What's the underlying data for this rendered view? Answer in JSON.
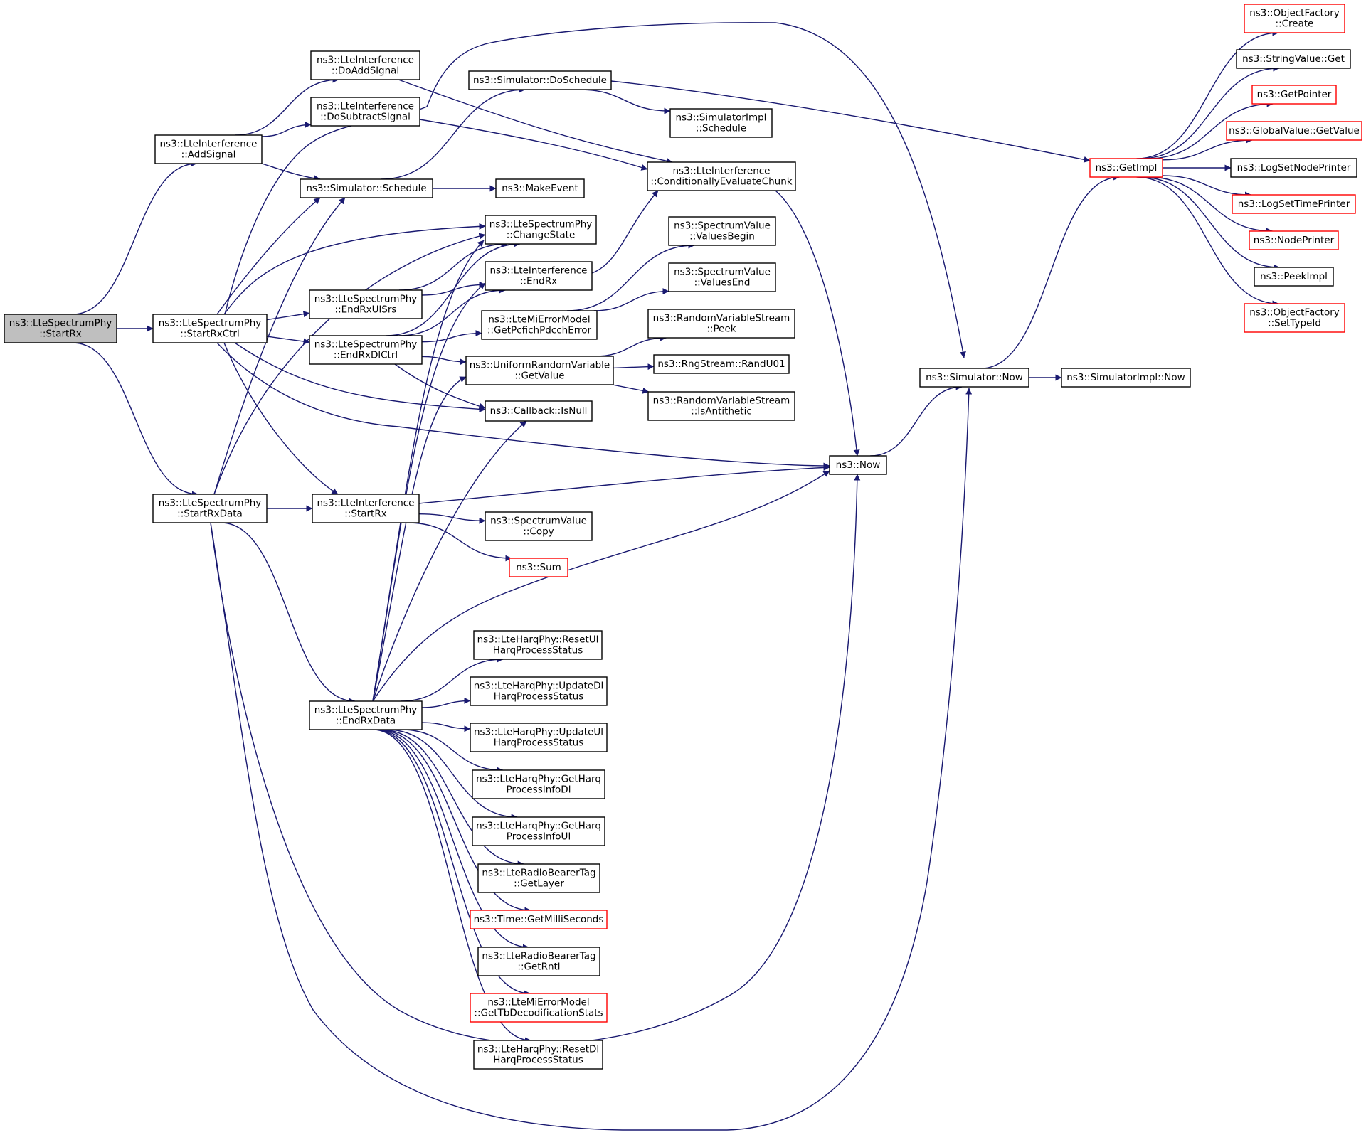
{
  "colors": {
    "edge": "#191970",
    "root_fill": "#bfbfbf",
    "red_border": "#ff0000",
    "normal_border": "#000000"
  },
  "nodes": [
    {
      "id": "startrx",
      "lines": [
        "ns3::LteSpectrumPhy",
        "::StartRx"
      ],
      "style": "root"
    },
    {
      "id": "addsignal",
      "lines": [
        "ns3::LteInterference",
        "::AddSignal"
      ],
      "style": "normal"
    },
    {
      "id": "startrxctrl",
      "lines": [
        "ns3::LteSpectrumPhy",
        "::StartRxCtrl"
      ],
      "style": "normal"
    },
    {
      "id": "startrxdata",
      "lines": [
        "ns3::LteSpectrumPhy",
        "::StartRxData"
      ],
      "style": "normal"
    },
    {
      "id": "doaddsignal",
      "lines": [
        "ns3::LteInterference",
        "::DoAddSignal"
      ],
      "style": "normal"
    },
    {
      "id": "dosubtractsignal",
      "lines": [
        "ns3::LteInterference",
        "::DoSubtractSignal"
      ],
      "style": "normal"
    },
    {
      "id": "schedule",
      "lines": [
        "ns3::Simulator::Schedule"
      ],
      "style": "normal"
    },
    {
      "id": "endrxulsrs",
      "lines": [
        "ns3::LteSpectrumPhy",
        "::EndRxUlSrs"
      ],
      "style": "normal"
    },
    {
      "id": "endrxdlctrl",
      "lines": [
        "ns3::LteSpectrumPhy",
        "::EndRxDlCtrl"
      ],
      "style": "normal"
    },
    {
      "id": "li_startrx",
      "lines": [
        "ns3::LteInterference",
        "::StartRx"
      ],
      "style": "normal"
    },
    {
      "id": "endrxdata",
      "lines": [
        "ns3::LteSpectrumPhy",
        "::EndRxData"
      ],
      "style": "normal"
    },
    {
      "id": "doschedule",
      "lines": [
        "ns3::Simulator::DoSchedule"
      ],
      "style": "normal"
    },
    {
      "id": "makeevent",
      "lines": [
        "ns3::MakeEvent"
      ],
      "style": "normal"
    },
    {
      "id": "changestate",
      "lines": [
        "ns3::LteSpectrumPhy",
        "::ChangeState"
      ],
      "style": "normal"
    },
    {
      "id": "li_endrx",
      "lines": [
        "ns3::LteInterference",
        "::EndRx"
      ],
      "style": "normal"
    },
    {
      "id": "getpcfich",
      "lines": [
        "ns3::LteMiErrorModel",
        "::GetPcfichPdcchError"
      ],
      "style": "normal"
    },
    {
      "id": "urv_getvalue",
      "lines": [
        "ns3::UniformRandomVariable",
        "::GetValue"
      ],
      "style": "normal"
    },
    {
      "id": "cb_isnull",
      "lines": [
        "ns3::Callback::IsNull"
      ],
      "style": "normal"
    },
    {
      "id": "sv_copy",
      "lines": [
        "ns3::SpectrumValue",
        "::Copy"
      ],
      "style": "normal"
    },
    {
      "id": "sum",
      "lines": [
        "ns3::Sum"
      ],
      "style": "red"
    },
    {
      "id": "resetul",
      "lines": [
        "ns3::LteHarqPhy::ResetUl",
        "HarqProcessStatus"
      ],
      "style": "normal"
    },
    {
      "id": "updatedl",
      "lines": [
        "ns3::LteHarqPhy::UpdateDl",
        "HarqProcessStatus"
      ],
      "style": "normal"
    },
    {
      "id": "updateul",
      "lines": [
        "ns3::LteHarqPhy::UpdateUl",
        "HarqProcessStatus"
      ],
      "style": "normal"
    },
    {
      "id": "getharqdl",
      "lines": [
        "ns3::LteHarqPhy::GetHarq",
        "ProcessInfoDl"
      ],
      "style": "normal"
    },
    {
      "id": "getharqul",
      "lines": [
        "ns3::LteHarqPhy::GetHarq",
        "ProcessInfoUl"
      ],
      "style": "normal"
    },
    {
      "id": "getlayer",
      "lines": [
        "ns3::LteRadioBearerTag",
        "::GetLayer"
      ],
      "style": "normal"
    },
    {
      "id": "getms",
      "lines": [
        "ns3::Time::GetMilliSeconds"
      ],
      "style": "red"
    },
    {
      "id": "getrnti",
      "lines": [
        "ns3::LteRadioBearerTag",
        "::GetRnti"
      ],
      "style": "normal"
    },
    {
      "id": "gettb",
      "lines": [
        "ns3::LteMiErrorModel",
        "::GetTbDecodificationStats"
      ],
      "style": "red"
    },
    {
      "id": "resetdl",
      "lines": [
        "ns3::LteHarqPhy::ResetDl",
        "HarqProcessStatus"
      ],
      "style": "normal"
    },
    {
      "id": "simimpl_schedule",
      "lines": [
        "ns3::SimulatorImpl",
        "::Schedule"
      ],
      "style": "normal"
    },
    {
      "id": "condeval",
      "lines": [
        "ns3::LteInterference",
        "::ConditionallyEvaluateChunk"
      ],
      "style": "normal"
    },
    {
      "id": "valuesbegin",
      "lines": [
        "ns3::SpectrumValue",
        "::ValuesBegin"
      ],
      "style": "normal"
    },
    {
      "id": "valuesend",
      "lines": [
        "ns3::SpectrumValue",
        "::ValuesEnd"
      ],
      "style": "normal"
    },
    {
      "id": "rvs_peek",
      "lines": [
        "ns3::RandomVariableStream",
        "::Peek"
      ],
      "style": "normal"
    },
    {
      "id": "randu01",
      "lines": [
        "ns3::RngStream::RandU01"
      ],
      "style": "normal"
    },
    {
      "id": "isantithetic",
      "lines": [
        "ns3::RandomVariableStream",
        "::IsAntithetic"
      ],
      "style": "normal"
    },
    {
      "id": "now",
      "lines": [
        "ns3::Now"
      ],
      "style": "normal"
    },
    {
      "id": "sim_now",
      "lines": [
        "ns3::Simulator::Now"
      ],
      "style": "normal"
    },
    {
      "id": "getimpl",
      "lines": [
        "ns3::GetImpl"
      ],
      "style": "red"
    },
    {
      "id": "simimpl_now",
      "lines": [
        "ns3::SimulatorImpl::Now"
      ],
      "style": "normal"
    },
    {
      "id": "of_create",
      "lines": [
        "ns3::ObjectFactory",
        "::Create"
      ],
      "style": "red"
    },
    {
      "id": "stringvalue_get",
      "lines": [
        "ns3::StringValue::Get"
      ],
      "style": "normal"
    },
    {
      "id": "getpointer",
      "lines": [
        "ns3::GetPointer"
      ],
      "style": "red"
    },
    {
      "id": "gv_getvalue",
      "lines": [
        "ns3::GlobalValue::GetValue"
      ],
      "style": "red"
    },
    {
      "id": "logsetnode",
      "lines": [
        "ns3::LogSetNodePrinter"
      ],
      "style": "normal"
    },
    {
      "id": "logsettime",
      "lines": [
        "ns3::LogSetTimePrinter"
      ],
      "style": "red"
    },
    {
      "id": "nodeprinter",
      "lines": [
        "ns3::NodePrinter"
      ],
      "style": "red"
    },
    {
      "id": "peekimpl",
      "lines": [
        "ns3::PeekImpl"
      ],
      "style": "normal"
    },
    {
      "id": "of_settypeid",
      "lines": [
        "ns3::ObjectFactory",
        "::SetTypeId"
      ],
      "style": "red"
    }
  ],
  "edges": [
    [
      "startrx",
      "addsignal"
    ],
    [
      "startrx",
      "startrxctrl"
    ],
    [
      "startrx",
      "startrxdata"
    ],
    [
      "addsignal",
      "doaddsignal"
    ],
    [
      "addsignal",
      "dosubtractsignal"
    ],
    [
      "addsignal",
      "schedule"
    ],
    [
      "doaddsignal",
      "condeval"
    ],
    [
      "dosubtractsignal",
      "condeval"
    ],
    [
      "startrxctrl",
      "schedule"
    ],
    [
      "startrxctrl",
      "changestate"
    ],
    [
      "startrxctrl",
      "endrxulsrs"
    ],
    [
      "startrxctrl",
      "endrxdlctrl"
    ],
    [
      "startrxctrl",
      "li_startrx"
    ],
    [
      "startrxctrl",
      "cb_isnull"
    ],
    [
      "startrxctrl",
      "now"
    ],
    [
      "startrxctrl",
      "sim_now"
    ],
    [
      "startrxdata",
      "schedule"
    ],
    [
      "startrxdata",
      "changestate"
    ],
    [
      "startrxdata",
      "li_startrx"
    ],
    [
      "startrxdata",
      "endrxdata"
    ],
    [
      "startrxdata",
      "now"
    ],
    [
      "startrxdata",
      "sim_now"
    ],
    [
      "schedule",
      "doschedule"
    ],
    [
      "schedule",
      "makeevent"
    ],
    [
      "doschedule",
      "simimpl_schedule"
    ],
    [
      "doschedule",
      "getimpl"
    ],
    [
      "endrxulsrs",
      "changestate"
    ],
    [
      "endrxulsrs",
      "li_endrx"
    ],
    [
      "endrxdlctrl",
      "changestate"
    ],
    [
      "endrxdlctrl",
      "li_endrx"
    ],
    [
      "endrxdlctrl",
      "getpcfich"
    ],
    [
      "endrxdlctrl",
      "urv_getvalue"
    ],
    [
      "endrxdlctrl",
      "cb_isnull"
    ],
    [
      "li_endrx",
      "condeval"
    ],
    [
      "getpcfich",
      "valuesbegin"
    ],
    [
      "getpcfich",
      "valuesend"
    ],
    [
      "urv_getvalue",
      "rvs_peek"
    ],
    [
      "urv_getvalue",
      "randu01"
    ],
    [
      "urv_getvalue",
      "isantithetic"
    ],
    [
      "li_startrx",
      "now"
    ],
    [
      "li_startrx",
      "sv_copy"
    ],
    [
      "li_startrx",
      "sum"
    ],
    [
      "condeval",
      "now"
    ],
    [
      "now",
      "sim_now"
    ],
    [
      "sim_now",
      "getimpl"
    ],
    [
      "sim_now",
      "simimpl_now"
    ],
    [
      "getimpl",
      "of_create"
    ],
    [
      "getimpl",
      "stringvalue_get"
    ],
    [
      "getimpl",
      "getpointer"
    ],
    [
      "getimpl",
      "gv_getvalue"
    ],
    [
      "getimpl",
      "logsetnode"
    ],
    [
      "getimpl",
      "logsettime"
    ],
    [
      "getimpl",
      "nodeprinter"
    ],
    [
      "getimpl",
      "peekimpl"
    ],
    [
      "getimpl",
      "of_settypeid"
    ],
    [
      "endrxdata",
      "changestate"
    ],
    [
      "endrxdata",
      "li_endrx"
    ],
    [
      "endrxdata",
      "urv_getvalue"
    ],
    [
      "endrxdata",
      "cb_isnull"
    ],
    [
      "endrxdata",
      "now"
    ],
    [
      "endrxdata",
      "resetul"
    ],
    [
      "endrxdata",
      "updatedl"
    ],
    [
      "endrxdata",
      "updateul"
    ],
    [
      "endrxdata",
      "getharqdl"
    ],
    [
      "endrxdata",
      "getharqul"
    ],
    [
      "endrxdata",
      "getlayer"
    ],
    [
      "endrxdata",
      "getms"
    ],
    [
      "endrxdata",
      "getrnti"
    ],
    [
      "endrxdata",
      "gettb"
    ],
    [
      "endrxdata",
      "resetdl"
    ]
  ]
}
